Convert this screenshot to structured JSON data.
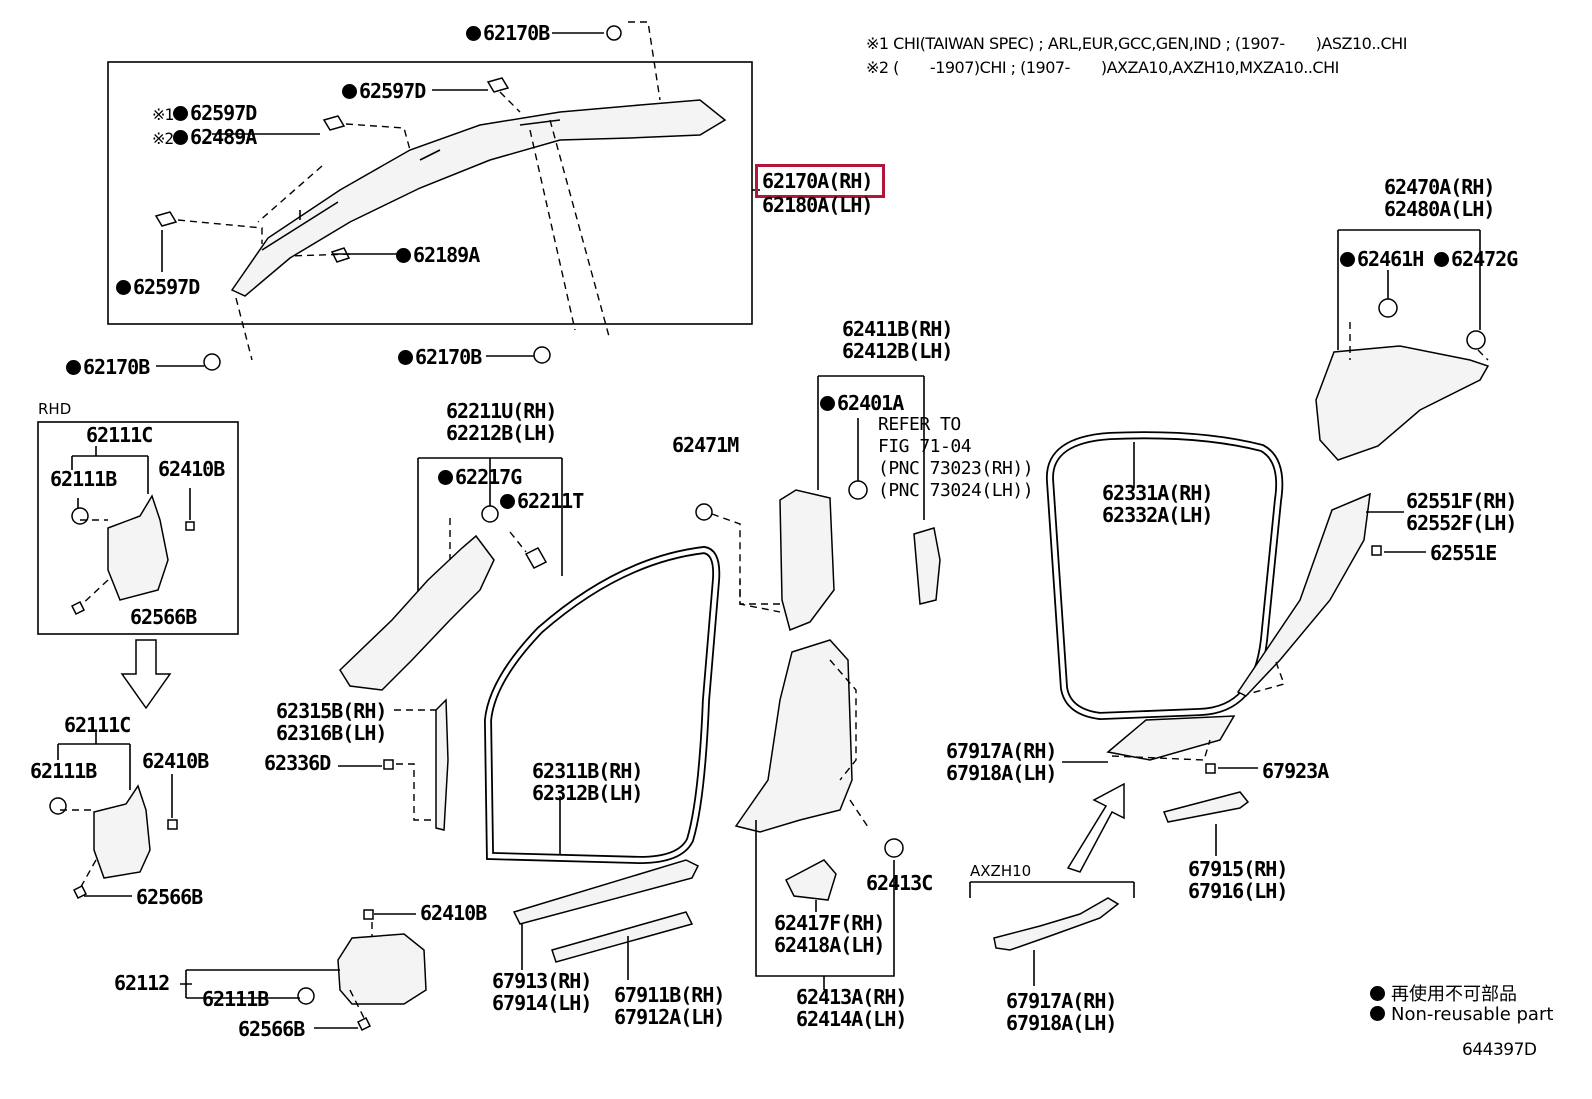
{
  "notes": {
    "note1": "※1 CHI(TAIWAN SPEC) ; ARL,EUR,GCC,GEN,IND ; (1907-　　)ASZ10..CHI",
    "note2": "※2 (　　-1907)CHI ; (1907-　　)AXZA10,AXZH10,MXZA10..CHI"
  },
  "labels": {
    "p62170B_top": "62170B",
    "p62597D_top": "62597D",
    "p62597D_n1_mark": "※1",
    "p62597D_n1": "62597D",
    "p62489A_mark": "※2",
    "p62489A": "62489A",
    "p62170A": "62170A(RH)",
    "p62180A": "62180A(LH)",
    "p62189A": "62189A",
    "p62597D_low": "62597D",
    "p62170B_left": "62170B",
    "p62170B_mid": "62170B",
    "p62470A": "62470A(RH)",
    "p62480A": "62480A(LH)",
    "p62461H": "62461H",
    "p62472G": "62472G",
    "p62411B": "62411B(RH)",
    "p62412B": "62412B(LH)",
    "p62401A": "62401A",
    "ref_text": "REFER TO\nFIG 71-04\n(PNC 73023(RH))\n(PNC 73024(LH))",
    "p62211U": "62211U(RH)",
    "p62212B": "62212B(LH)",
    "p62217G": "62217G",
    "p62211T": "62211T",
    "p62471M": "62471M",
    "p62331A": "62331A(RH)",
    "p62332A": "62332A(LH)",
    "p62551F": "62551F(RH)",
    "p62552F": "62552F(LH)",
    "p62551E": "62551E",
    "rhd_tag": "RHD",
    "p62111C_a": "62111C",
    "p62111B_a": "62111B",
    "p62410B_a": "62410B",
    "p62566B_a": "62566B",
    "p62111C_b": "62111C",
    "p62111B_b": "62111B",
    "p62410B_b": "62410B",
    "p62566B_b": "62566B",
    "p62315B": "62315B(RH)",
    "p62316B": "62316B(LH)",
    "p62336D": "62336D",
    "p62311B": "62311B(RH)",
    "p62312B": "62312B(LH)",
    "p67917A_mid": "67917A(RH)",
    "p67918A_mid": "67918A(LH)",
    "p67923A": "67923A",
    "p62413C": "62413C",
    "p62417F": "62417F(RH)",
    "p62418A": "62418A(LH)",
    "p67915": "67915(RH)",
    "p67916": "67916(LH)",
    "axzh10_tag": "AXZH10",
    "p62410B_c": "62410B",
    "p62112": "62112",
    "p62111B_c": "62111B",
    "p62566B_c": "62566B",
    "p67913": "67913(RH)",
    "p67914": "67914(LH)",
    "p67911B": "67911B(RH)",
    "p67912A": "67912A(LH)",
    "p62413A": "62413A(RH)",
    "p62414A": "62414A(LH)",
    "p67917A_low": "67917A(RH)",
    "p67918A_low": "67918A(LH)"
  },
  "legend": {
    "jp": "再使用不可部品",
    "en": "Non-reusable part"
  },
  "figure_id": "644397D",
  "colors": {
    "highlight": "#b0173a",
    "ink": "#000000"
  }
}
